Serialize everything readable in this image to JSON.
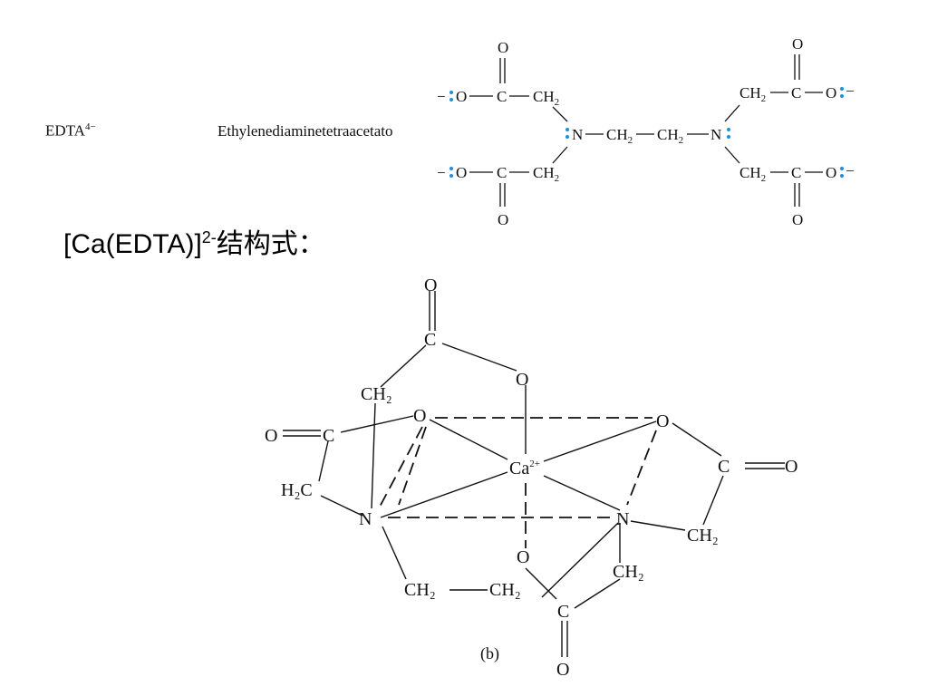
{
  "row": {
    "abbrev": "EDTA",
    "abbrev_charge": "4−",
    "name": "Ethylenediaminetetraacetato"
  },
  "heading": {
    "formula": "[Ca(EDTA)]",
    "charge": "2-",
    "suffix": "结构式："
  },
  "edta": {
    "o": "O",
    "c": "C",
    "ch2": "CH",
    "sub2": "2",
    "n": "N",
    "minus": "−",
    "lone_pair_color": "#1e90d6"
  },
  "complex": {
    "o": "O",
    "c": "C",
    "ch2": "CH₂",
    "h2c": "H₂C",
    "n": "N",
    "ca": "Ca",
    "ca_charge": "2+",
    "caption": "(b)"
  }
}
